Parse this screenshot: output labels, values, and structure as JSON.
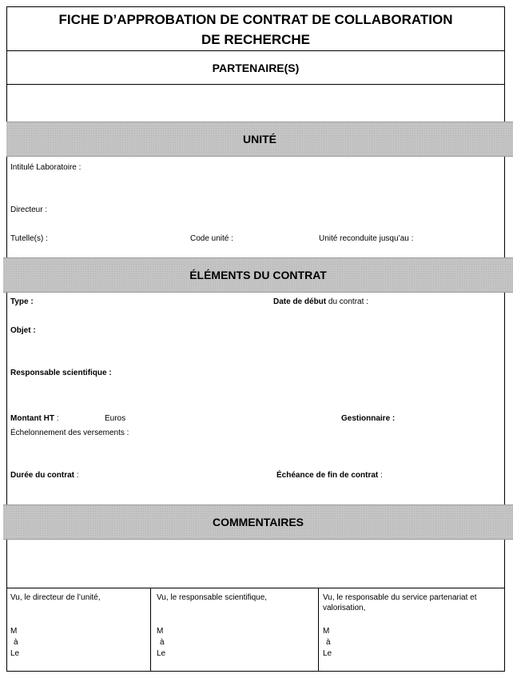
{
  "header": {
    "title_line1": "FICHE D’APPROBATION DE CONTRAT DE COLLABORATION",
    "title_line2": "DE RECHERCHE"
  },
  "partenaires": {
    "heading": "PARTENAIRE(S)"
  },
  "unite": {
    "heading": "UNITÉ",
    "intitule": "Intitulé Laboratoire :",
    "directeur": "Directeur :",
    "tutelles": "Tutelle(s) :",
    "code_unite": "Code unité :",
    "reconduite": "Unité reconduite jusqu’au :"
  },
  "contrat": {
    "heading": "ÉLÉMENTS DU CONTRAT",
    "type": "Type :",
    "date_debut_bold": "Date de début",
    "date_debut_rest": " du contrat :",
    "objet": "Objet :",
    "responsable": "Responsable scientifique :",
    "montant": "Montant HT",
    "montant_colon": " :",
    "euros": "Euros",
    "gestionnaire": "Gestionnaire :",
    "echelonnement": "Échelonnement des versements :",
    "duree_bold": "Durée du contrat",
    "duree_colon": " :",
    "echeance_bold": "Échéance de fin de contrat",
    "echeance_colon": " :"
  },
  "commentaires": {
    "heading": "COMMENTAIRES"
  },
  "signatures": [
    {
      "label": "Vu, le directeur de l’unité,",
      "m": "M",
      "a": "à",
      "le": "Le"
    },
    {
      "label": "Vu, le responsable scientifique,",
      "m": "M",
      "a": "à",
      "le": "Le"
    },
    {
      "label": "Vu, le responsable du service partenariat et valorisation,",
      "m": "M",
      "a": "à",
      "le": "Le"
    }
  ]
}
